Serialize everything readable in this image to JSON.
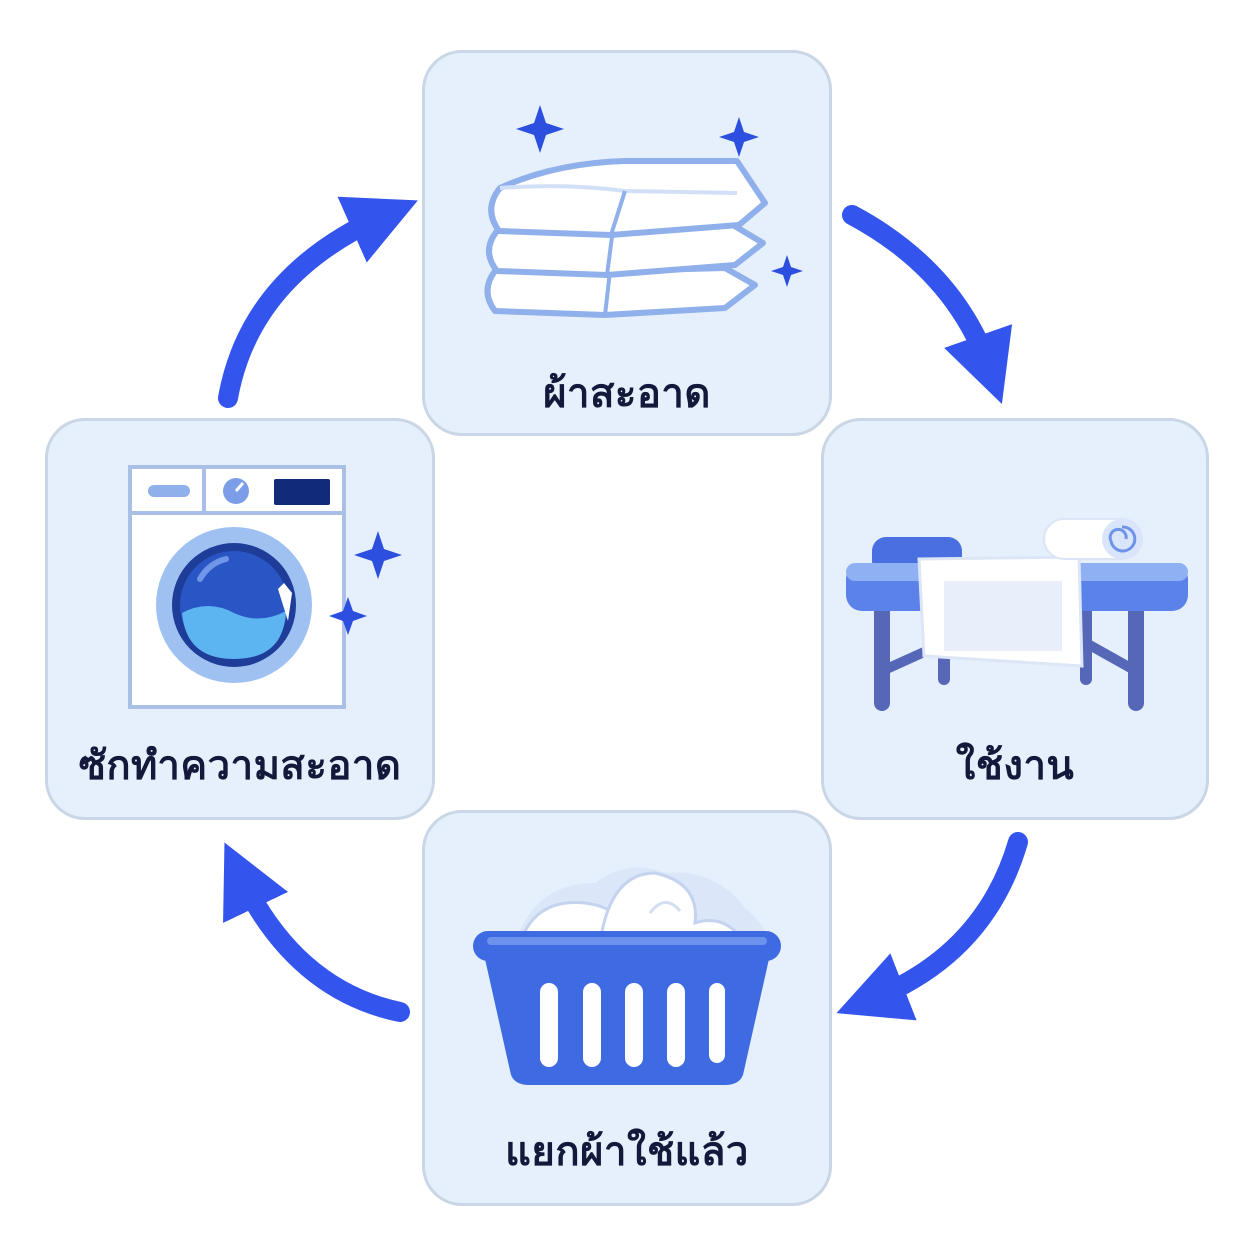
{
  "steps": {
    "clean_linen": {
      "label": "ผ้าสะอาด",
      "icon": "folded-towels-icon"
    },
    "use": {
      "label": "ใช้งาน",
      "icon": "massage-table-icon"
    },
    "sort_used": {
      "label": "แยกผ้าใช้แล้ว",
      "icon": "laundry-basket-icon"
    },
    "wash": {
      "label": "ซักทำความสะอาด",
      "icon": "washing-machine-icon"
    }
  },
  "colors": {
    "arrow": "#3355ee",
    "card_bg": "#e6f0fc",
    "card_border": "#c9d6e6",
    "label": "#14183a",
    "sparkle": "#2d4fe0"
  }
}
